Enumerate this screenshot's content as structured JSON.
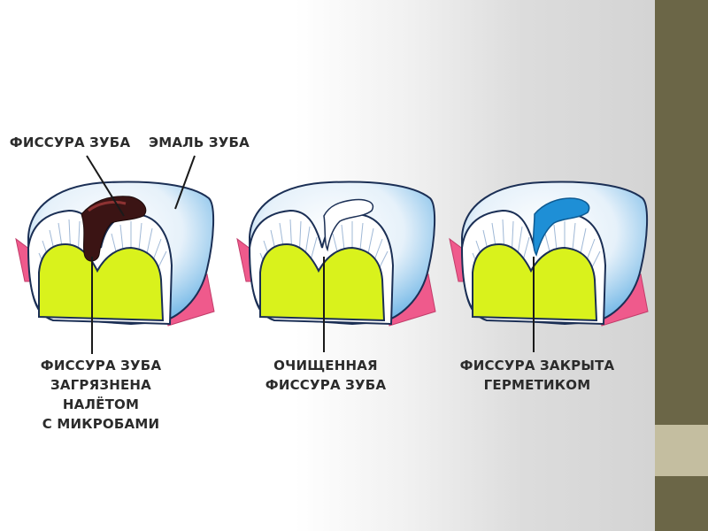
{
  "labels": {
    "fissure": "ФИССУРА ЗУБА",
    "enamel": "ЭМАЛЬ ЗУБА",
    "dirty": "ФИССУРА ЗУБА\nЗАГРЯЗНЕНА НАЛЁТОМ\nС МИКРОБАМИ",
    "cleaned": "ОЧИЩЕННАЯ\nФИССУРА ЗУБА",
    "sealed": "ФИССУРА ЗАКРЫТА\nГЕРМЕТИКОМ"
  },
  "colors": {
    "enamel": "#e6f1fa",
    "enamel_blue": "#6fb6e6",
    "dentin": "#d9f21c",
    "gum": "#ef5a8c",
    "plaque": "#3b1414",
    "sealant": "#1e8fd6",
    "outline": "#1b2f55",
    "side_dark": "#6b6647",
    "side_light": "#c4bea0"
  }
}
